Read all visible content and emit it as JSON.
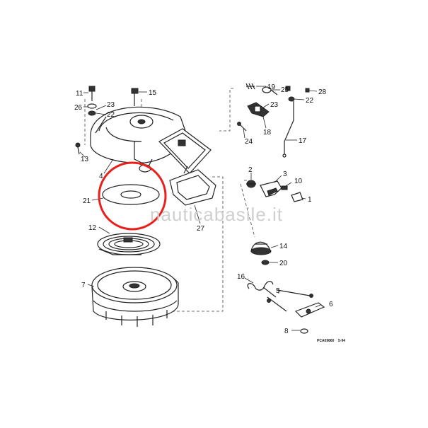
{
  "diagram": {
    "watermark": "nauticabasile.it",
    "drawing_code": "PCA09860",
    "drawing_date": "5-94",
    "highlight_color": "#e8211c",
    "highlighted_part": "21",
    "labels": {
      "p1": "1",
      "p2": "2",
      "p3": "3",
      "p4": "4",
      "p5": "5",
      "p6": "6",
      "p7": "7",
      "p8": "8",
      "p10": "10",
      "p11": "11",
      "p12": "12",
      "p13": "13",
      "p14": "14",
      "p15": "15",
      "p16": "16",
      "p17": "17",
      "p18": "18",
      "p19": "19",
      "p20": "20",
      "p21": "21",
      "p22": "22",
      "p23": "23",
      "p24": "24",
      "p25": "25",
      "p26": "26",
      "p27": "27",
      "p28": "28"
    }
  }
}
